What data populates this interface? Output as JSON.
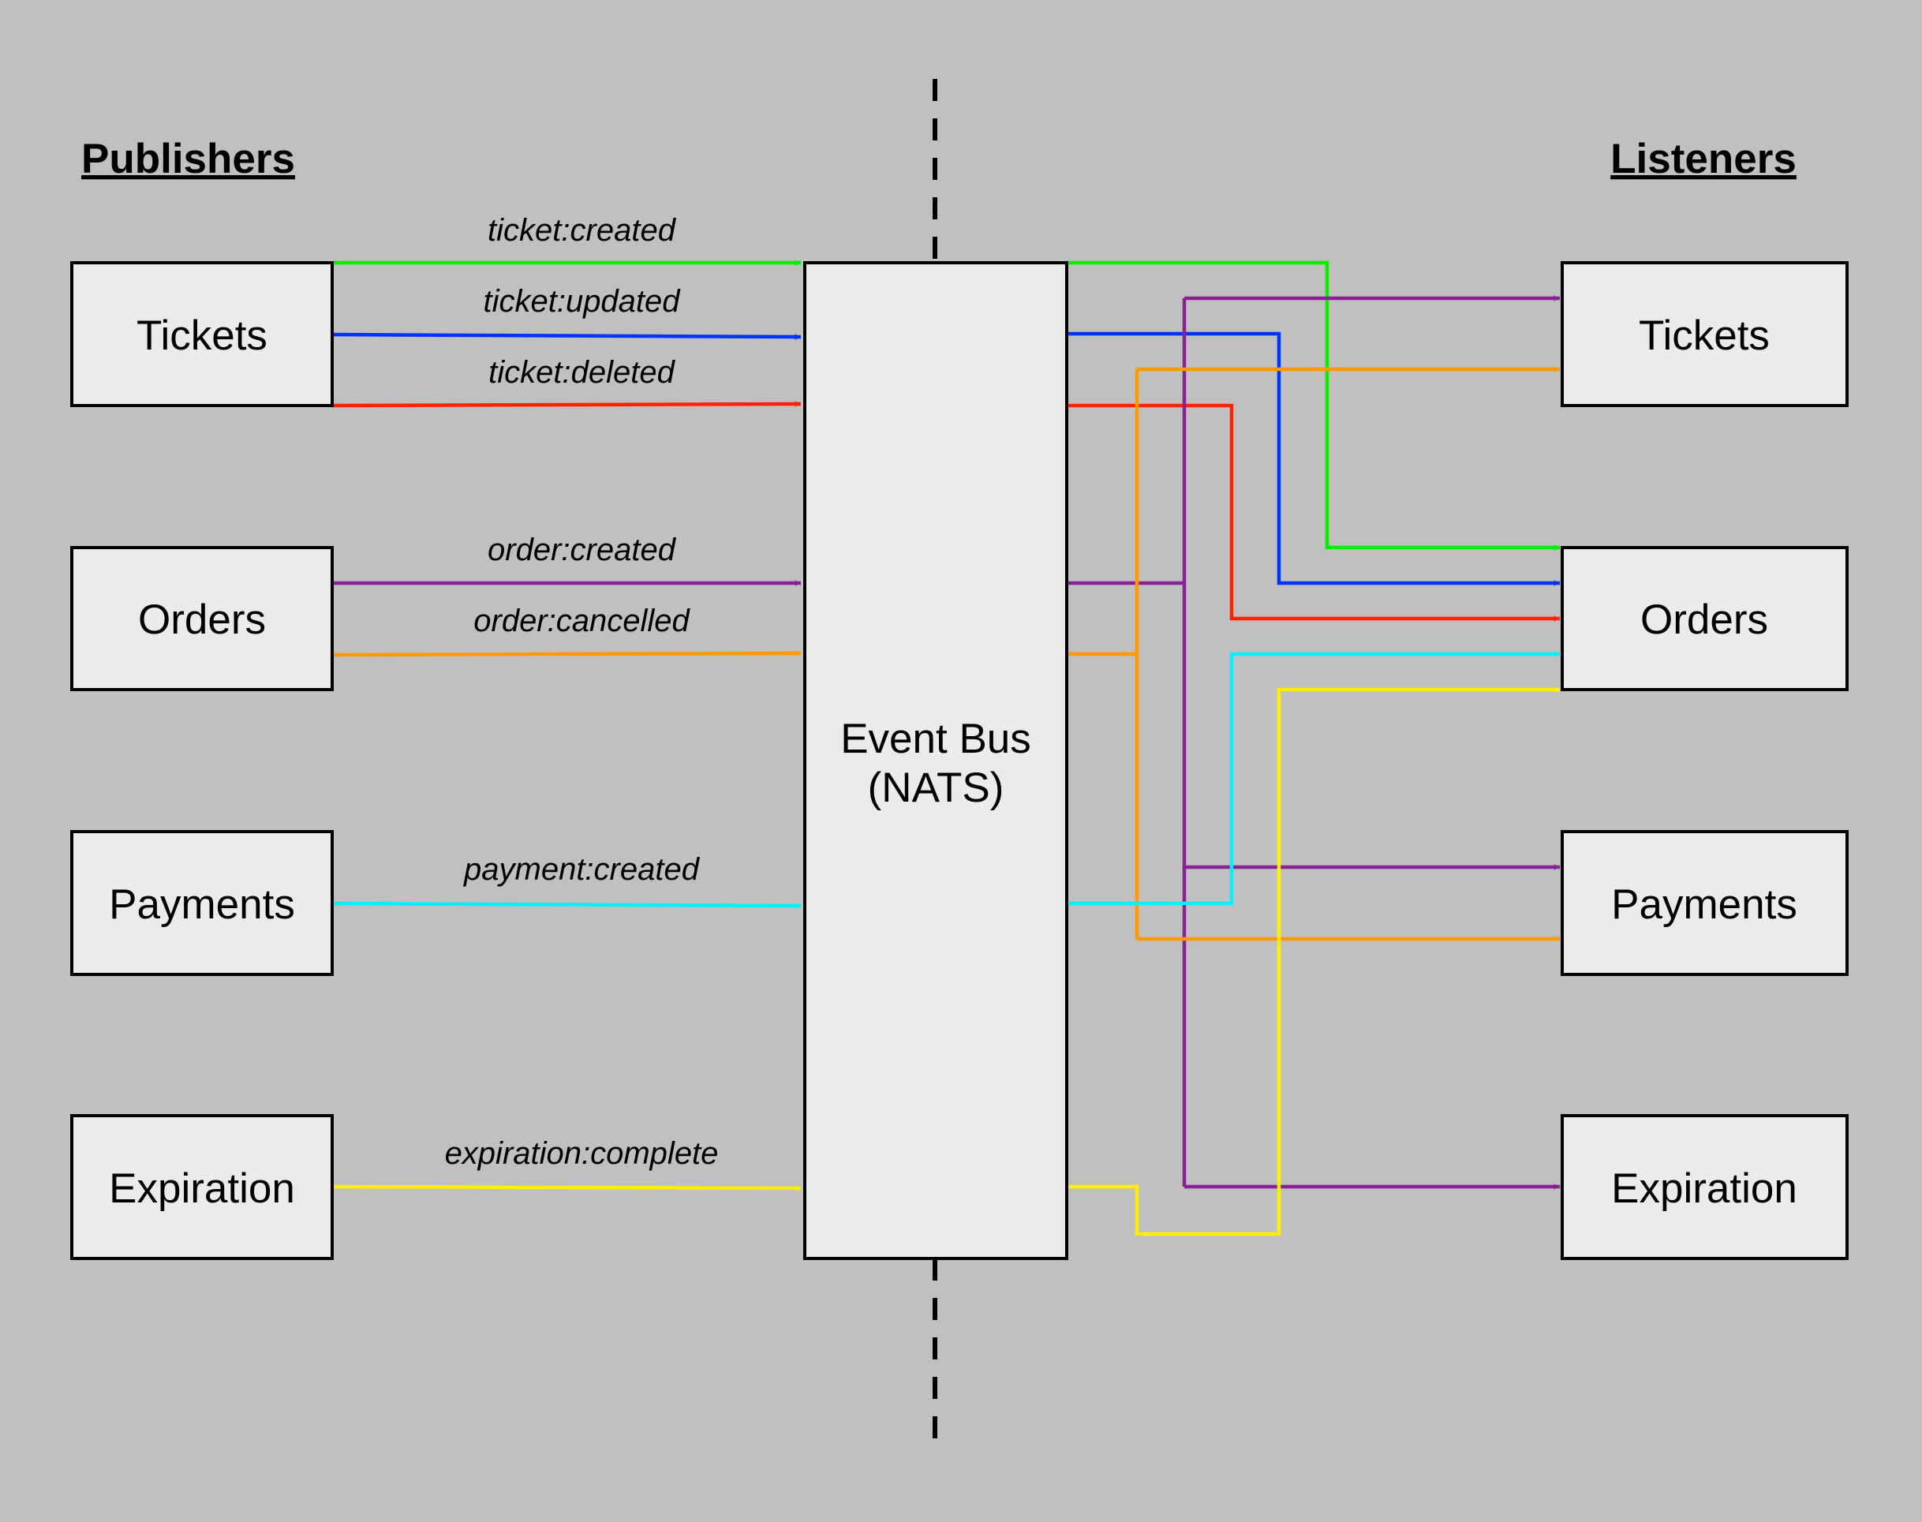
{
  "headings": {
    "publishers": "Publishers",
    "listeners": "Listeners"
  },
  "bus": {
    "line1": "Event Bus",
    "line2": "(NATS)"
  },
  "publishers": [
    {
      "id": "tickets",
      "label": "Tickets"
    },
    {
      "id": "orders",
      "label": "Orders"
    },
    {
      "id": "payments",
      "label": "Payments"
    },
    {
      "id": "expiration",
      "label": "Expiration"
    }
  ],
  "listeners": [
    {
      "id": "tickets",
      "label": "Tickets"
    },
    {
      "id": "orders",
      "label": "Orders"
    },
    {
      "id": "payments",
      "label": "Payments"
    },
    {
      "id": "expiration",
      "label": "Expiration"
    }
  ],
  "events": [
    {
      "id": "ticket-created",
      "label": "ticket:created",
      "color": "#00ee00",
      "publisher": "tickets",
      "listeners": [
        "orders"
      ]
    },
    {
      "id": "ticket-updated",
      "label": "ticket:updated",
      "color": "#0033ff",
      "publisher": "tickets",
      "listeners": [
        "orders"
      ]
    },
    {
      "id": "ticket-deleted",
      "label": "ticket:deleted",
      "color": "#ff2200",
      "publisher": "tickets",
      "listeners": [
        "orders"
      ]
    },
    {
      "id": "order-created",
      "label": "order:created",
      "color": "#8a1f96",
      "publisher": "orders",
      "listeners": [
        "tickets",
        "payments",
        "expiration"
      ]
    },
    {
      "id": "order-cancelled",
      "label": "order:cancelled",
      "color": "#ff9900",
      "publisher": "orders",
      "listeners": [
        "tickets",
        "payments"
      ]
    },
    {
      "id": "payment-created",
      "label": "payment:created",
      "color": "#00f0ff",
      "publisher": "payments",
      "listeners": [
        "orders"
      ]
    },
    {
      "id": "expiration-complete",
      "label": "expiration:complete",
      "color": "#ffee00",
      "publisher": "expiration",
      "listeners": [
        "orders"
      ]
    }
  ]
}
